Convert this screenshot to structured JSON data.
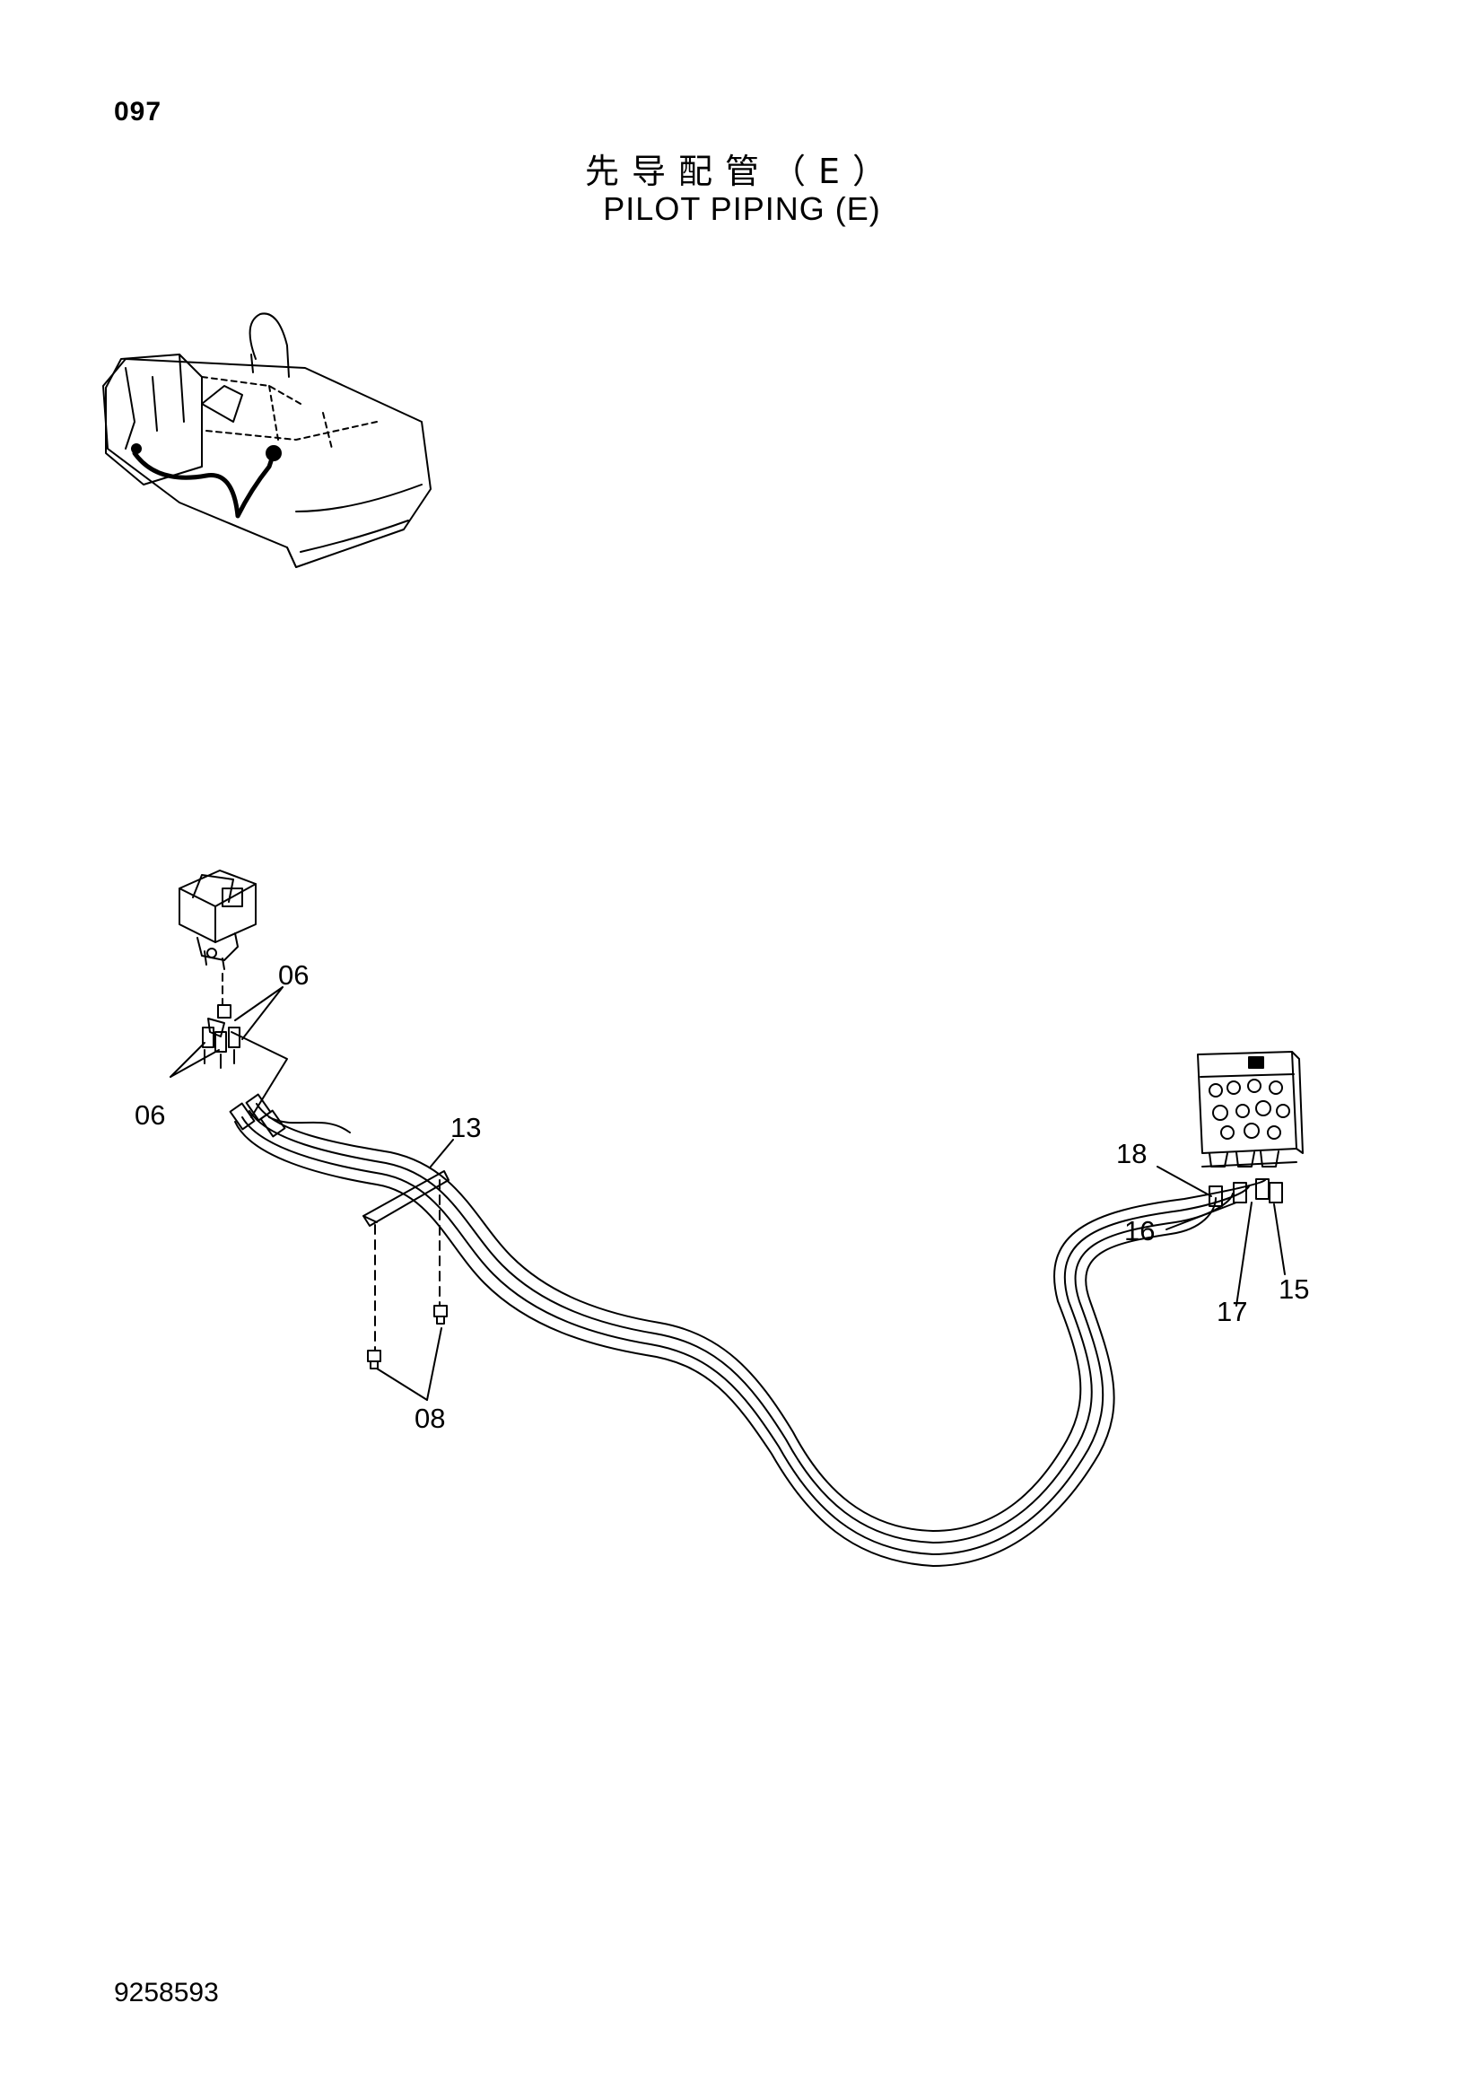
{
  "header": {
    "page_number": "097",
    "title_cn": "先导配管（E）",
    "title_en": "PILOT PIPING (E)"
  },
  "footer": {
    "doc_number": "9258593"
  },
  "callouts": {
    "c06_upper": "06",
    "c06_lower": "06",
    "c13": "13",
    "c08": "08",
    "c18": "18",
    "c16": "16",
    "c17": "17",
    "c15": "15"
  },
  "icons": {
    "locator": "excavator-upperstructure-icon",
    "pilot_valve": "pilot-valve-icon",
    "control_valve": "control-valve-icon"
  }
}
